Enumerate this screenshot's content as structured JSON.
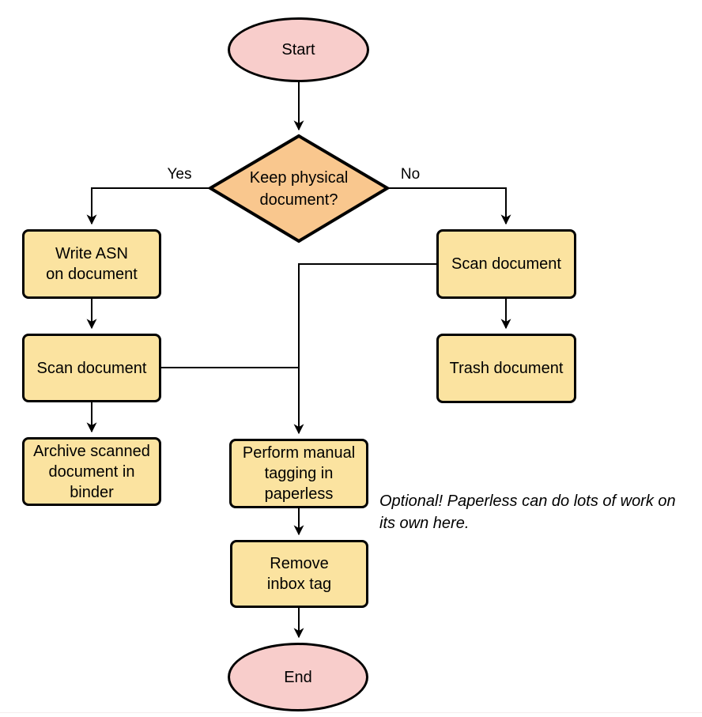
{
  "colors": {
    "terminal_fill": "#F8CDCB",
    "decision_fill": "#F9C78E",
    "process_fill": "#FBE3A0",
    "stroke": "#000000",
    "divider": "#F5EEEE"
  },
  "nodes": {
    "start": {
      "label": "Start",
      "type": "terminal"
    },
    "decision": {
      "label": "Keep physical\ndocument?",
      "type": "decision"
    },
    "write_asn": {
      "label": "Write ASN\non document",
      "type": "process"
    },
    "scan_left": {
      "label": "Scan document",
      "type": "process"
    },
    "archive": {
      "label": "Archive scanned\ndocument in\nbinder",
      "type": "process"
    },
    "scan_right": {
      "label": "Scan document",
      "type": "process"
    },
    "trash": {
      "label": "Trash document",
      "type": "process"
    },
    "tagging": {
      "label": "Perform manual\ntagging in\npaperless",
      "type": "process"
    },
    "remove_inbox": {
      "label": "Remove\ninbox tag",
      "type": "process"
    },
    "end": {
      "label": "End",
      "type": "terminal"
    }
  },
  "edge_labels": {
    "yes": "Yes",
    "no": "No"
  },
  "annotation": {
    "text": "Optional! Paperless can do lots of work on\nits own here."
  }
}
